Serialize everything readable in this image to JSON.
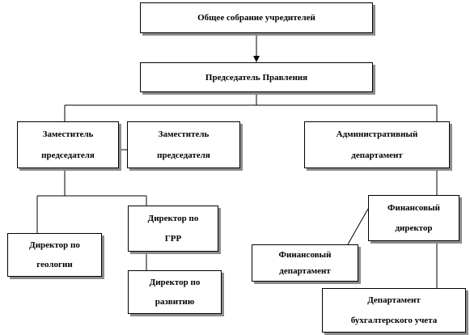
{
  "org_chart": {
    "founders": {
      "lines": [
        "Общее собрание  учредителей"
      ]
    },
    "chairman": {
      "lines": [
        "Председатель  Правления"
      ]
    },
    "deputy1": {
      "lines": [
        "Заместитель",
        "председателя"
      ]
    },
    "deputy2": {
      "lines": [
        "Заместитель",
        "председателя"
      ]
    },
    "admin": {
      "lines": [
        "Административный",
        "департамент"
      ]
    },
    "geology": {
      "lines": [
        "Директор  по",
        "геологии"
      ]
    },
    "grr": {
      "lines": [
        "Директор  по",
        "ГРР"
      ]
    },
    "dev": {
      "lines": [
        "Директор  по",
        "развитию"
      ]
    },
    "fin_dir": {
      "lines": [
        "Финансовый",
        "директор"
      ]
    },
    "fin_dept": {
      "lines": [
        "Финансовый",
        "департамент"
      ]
    },
    "accounting": {
      "lines": [
        "Департамент",
        "бухгалтерского  учета"
      ]
    }
  },
  "colors": {
    "line": "#000000",
    "box_border": "#000000",
    "shadow": "#8c8c8c"
  }
}
